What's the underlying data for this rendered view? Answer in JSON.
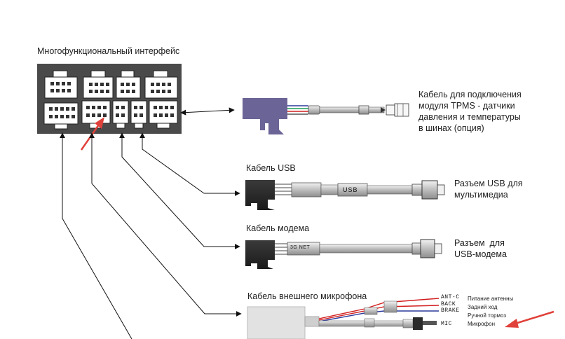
{
  "labels": {
    "interface_title": "Многофункциональный интерфейс",
    "tpms_cable": [
      "Кабель для подключения",
      "модуля TPMS - датчики",
      "давления и температуры",
      "в шинах (опция)"
    ],
    "usb_cable": "Кабель USB",
    "usb_plug_text": "USB",
    "usb_connector": [
      "Разъем USB для",
      "мультимедиа"
    ],
    "modem_cable": "Кабель модема",
    "modem_plug_text": "3G NET",
    "modem_connector": [
      "Разъем  для",
      "USB-модема"
    ],
    "mic_cable": "Кабель внешнего микрофона",
    "wires": [
      {
        "code": "ANT-C",
        "desc": "Питание антенны"
      },
      {
        "code": "BACK",
        "desc": "Задний ход"
      },
      {
        "code": "BRAKE",
        "desc": "Ручной тормоз"
      },
      {
        "code": "MIC",
        "desc": "Микрофон"
      }
    ]
  },
  "colors": {
    "accent_arrow": "#e0413a",
    "connector_block": "#6b6496",
    "wire_red": "#d21f1f",
    "wire_blue": "#2b3a9c",
    "wire_green": "#1f9b55",
    "interface_box": "#4a4a4a"
  }
}
